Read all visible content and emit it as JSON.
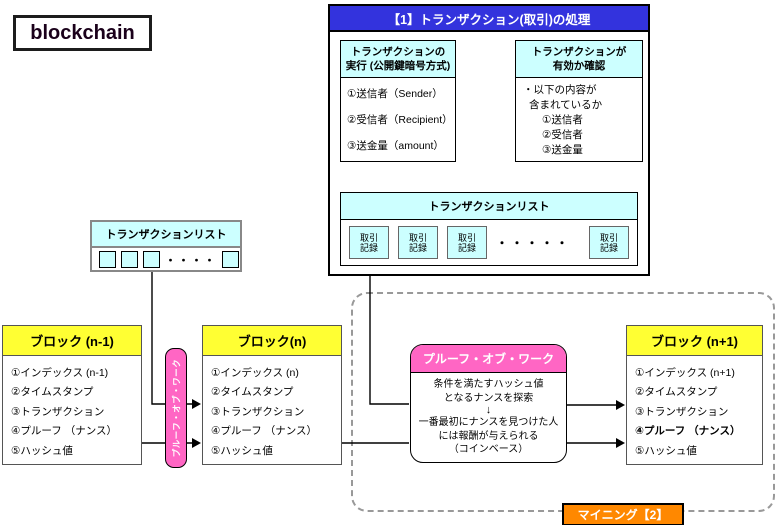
{
  "title": "blockchain",
  "section1": {
    "banner": "【1】トランザクション(取引)の処理",
    "exec_box": {
      "header_line1": "トランザクションの",
      "header_line2": "実行 (公開鍵暗号方式)",
      "items": [
        "①送信者（Sender）",
        "②受信者（Recipient）",
        "③送金量（amount）"
      ]
    },
    "valid_box": {
      "header_line1": "トランザクションが",
      "header_line2": "有効か確認",
      "body_lines": [
        "・以下の内容が",
        "含まれているか",
        "①送信者",
        "②受信者",
        "③送金量"
      ]
    },
    "list_box": {
      "header": "トランザクションリスト",
      "record_line1": "取引",
      "record_line2": "記録",
      "dots": "・・・・・"
    }
  },
  "pending_list": {
    "header": "トランザクションリスト",
    "dots": "・・・・"
  },
  "blocks": {
    "prev": {
      "header": "ブロック (n-1)",
      "items": [
        "①インデックス (n-1)",
        "②タイムスタンプ",
        "③トランザクション",
        "④プルーフ （ナンス）",
        "⑤ハッシュ値"
      ]
    },
    "current": {
      "header": "ブロック(n)",
      "items": [
        "①インデックス (n)",
        "②タイムスタンプ",
        "③トランザクション",
        "④プルーフ （ナンス）",
        "⑤ハッシュ値"
      ]
    },
    "next": {
      "header": "ブロック (n+1)",
      "items": [
        "①インデックス (n+1)",
        "②タイムスタンプ",
        "③トランザクション",
        "④プルーフ （ナンス）",
        "⑤ハッシュ値"
      ]
    }
  },
  "pow_connector": {
    "label": "プルーフ・オブ・ワーク"
  },
  "pow_box": {
    "header": "プルーフ・オブ・ワーク",
    "step1_line1": "条件を満たすハッシュ値",
    "step1_line2": "となるナンスを探索",
    "arrow": "↓",
    "step2_line1": "一番最初にナンスを見つけた人",
    "step2_line2": "には報酬が与えられる",
    "step2_line3": "（コインベース）"
  },
  "mining": {
    "label": "マイニング【2】"
  },
  "colors": {
    "banner_blue": "#3333DD",
    "pale_cyan": "#CCFFFF",
    "block_yellow": "#FFFF33",
    "pow_pink": "#FF66C4",
    "mining_orange": "#FF8800"
  }
}
